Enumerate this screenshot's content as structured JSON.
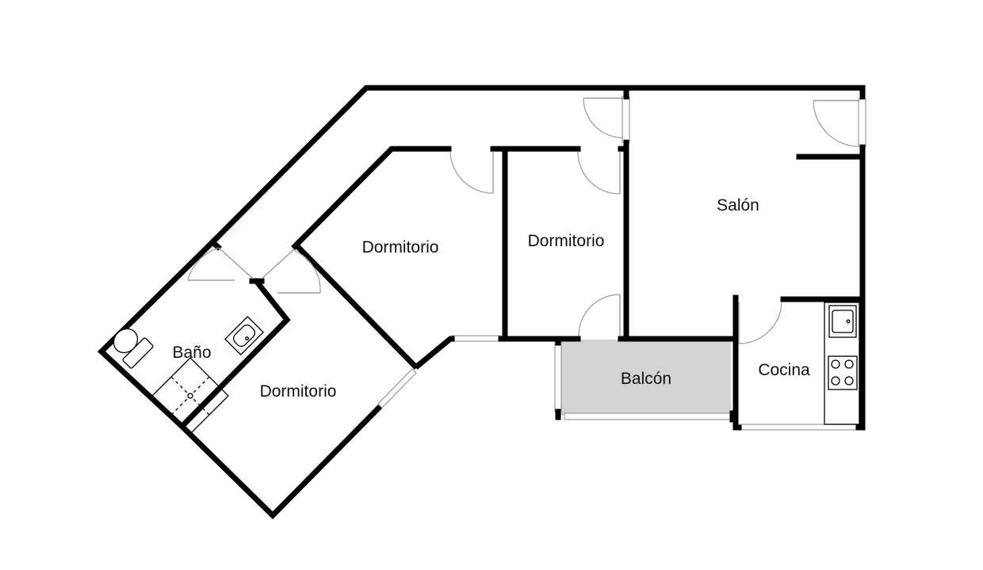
{
  "rooms": {
    "salon": "Salón",
    "dormitorio_center": "Dormitorio",
    "dormitorio_right": "Dormitorio",
    "dormitorio_lower": "Dormitorio",
    "bano": "Baño",
    "balcon": "Balcón",
    "cocina": "Cocina"
  },
  "colors": {
    "wall": "#000000",
    "balcony_fill": "#d3d3d3",
    "door_swing": "#9a9a9a",
    "background": "#ffffff"
  },
  "icons": [
    "door-swing-icon",
    "window-icon",
    "toilet-icon",
    "sink-icon",
    "shower-icon",
    "cooktop-icon"
  ]
}
